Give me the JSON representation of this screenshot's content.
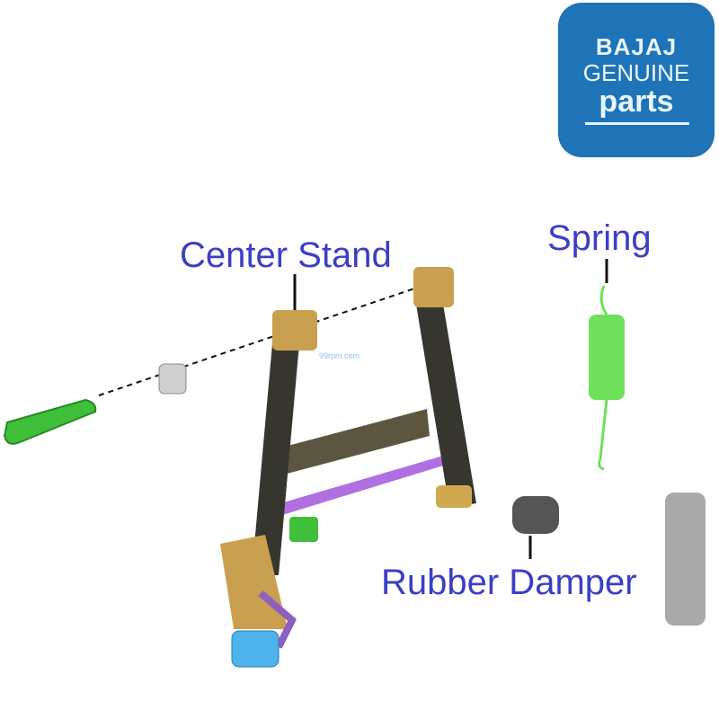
{
  "logo": {
    "brand": "BAJAJ",
    "line2": "GENUINE",
    "line3": "parts",
    "color": "#1f73b7"
  },
  "labels": {
    "center_stand": "Center Stand",
    "spring": "Spring",
    "rubber_damper": "Rubber Damper"
  },
  "watermark": "99rpm.com",
  "colors": {
    "label": "#3b3fc4",
    "spring": "#6fe05a",
    "pin": "#3fbf3a",
    "rod": "#b070e0",
    "pedal": "#4fb4ec",
    "damper": "#555555",
    "frame": "#3a3a32"
  }
}
